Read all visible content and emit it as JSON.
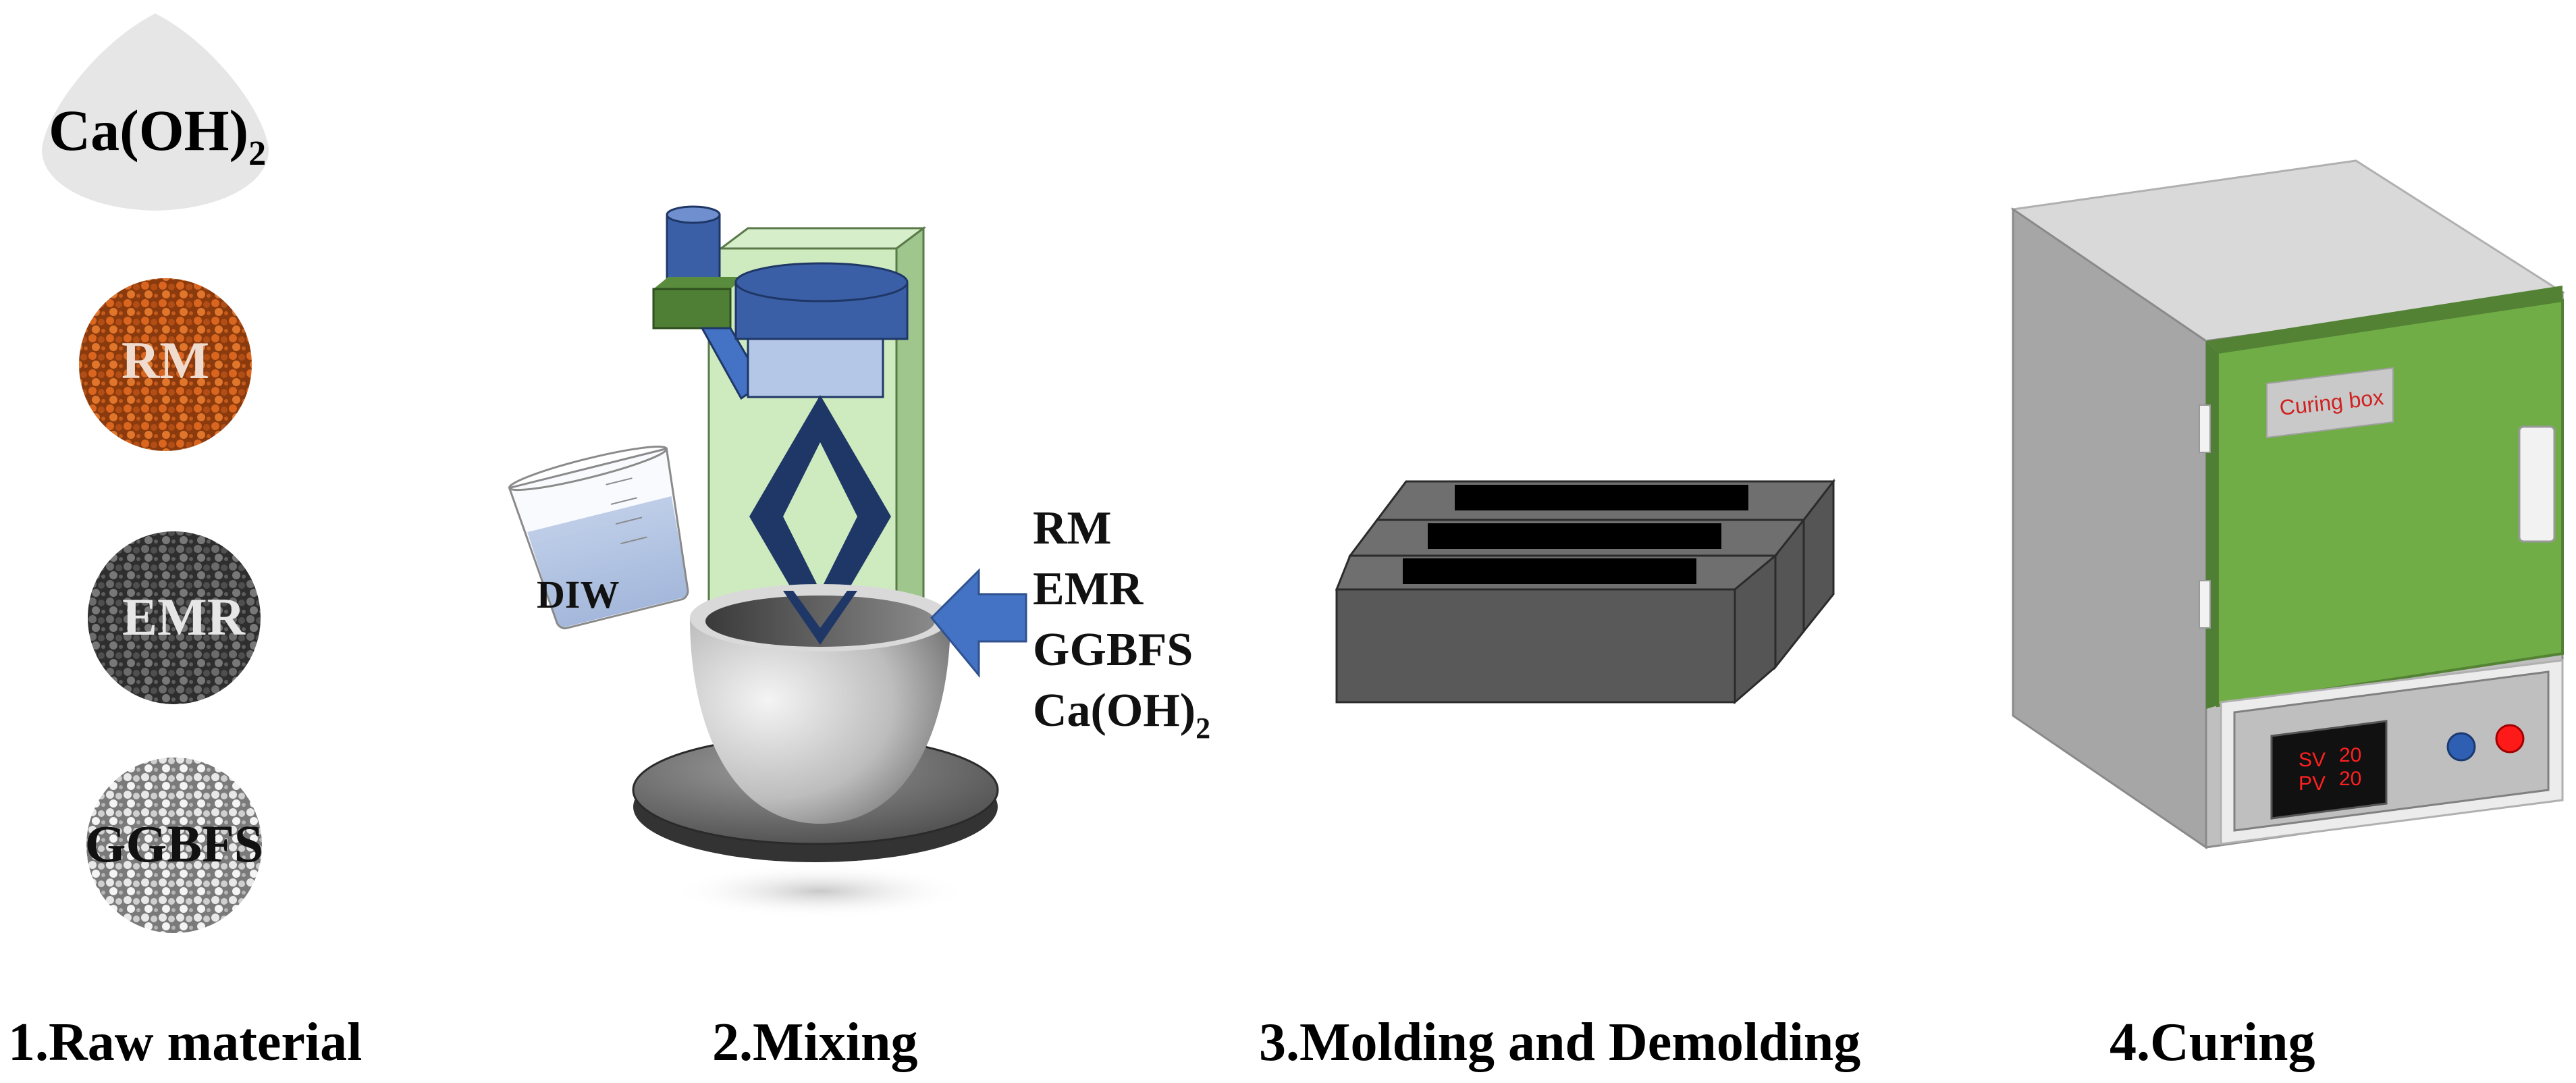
{
  "raw_materials": {
    "caoh2": {
      "base": "Ca(OH)",
      "sub": "2"
    },
    "rm": "RM",
    "emr": "EMR",
    "ggbfs": "GGBFS"
  },
  "mixing": {
    "diw_label": "DIW",
    "input_list": [
      "RM",
      "EMR",
      "GGBFS"
    ],
    "input_caoh2": {
      "base": "Ca(OH)",
      "sub": "2"
    }
  },
  "curing_box": {
    "label": "Curing box",
    "sv_label": "SV",
    "sv_value": "20",
    "pv_label": "PV",
    "pv_value": "20"
  },
  "steps": [
    "1.Raw material",
    "2.Mixing",
    "3.Molding and Demolding",
    "4.Curing"
  ],
  "colors": {
    "rm": "#c4571a",
    "emr": "#5a5a5a",
    "ggbfs": "#bdbdbd",
    "mixer_green": "#c6e7b4",
    "mixer_blue": "#3a5fa6",
    "diamond": "#1f3766",
    "arrow_blue": "#4472c4",
    "cabinet_green": "#70ad47",
    "display_red": "#ff2020"
  }
}
